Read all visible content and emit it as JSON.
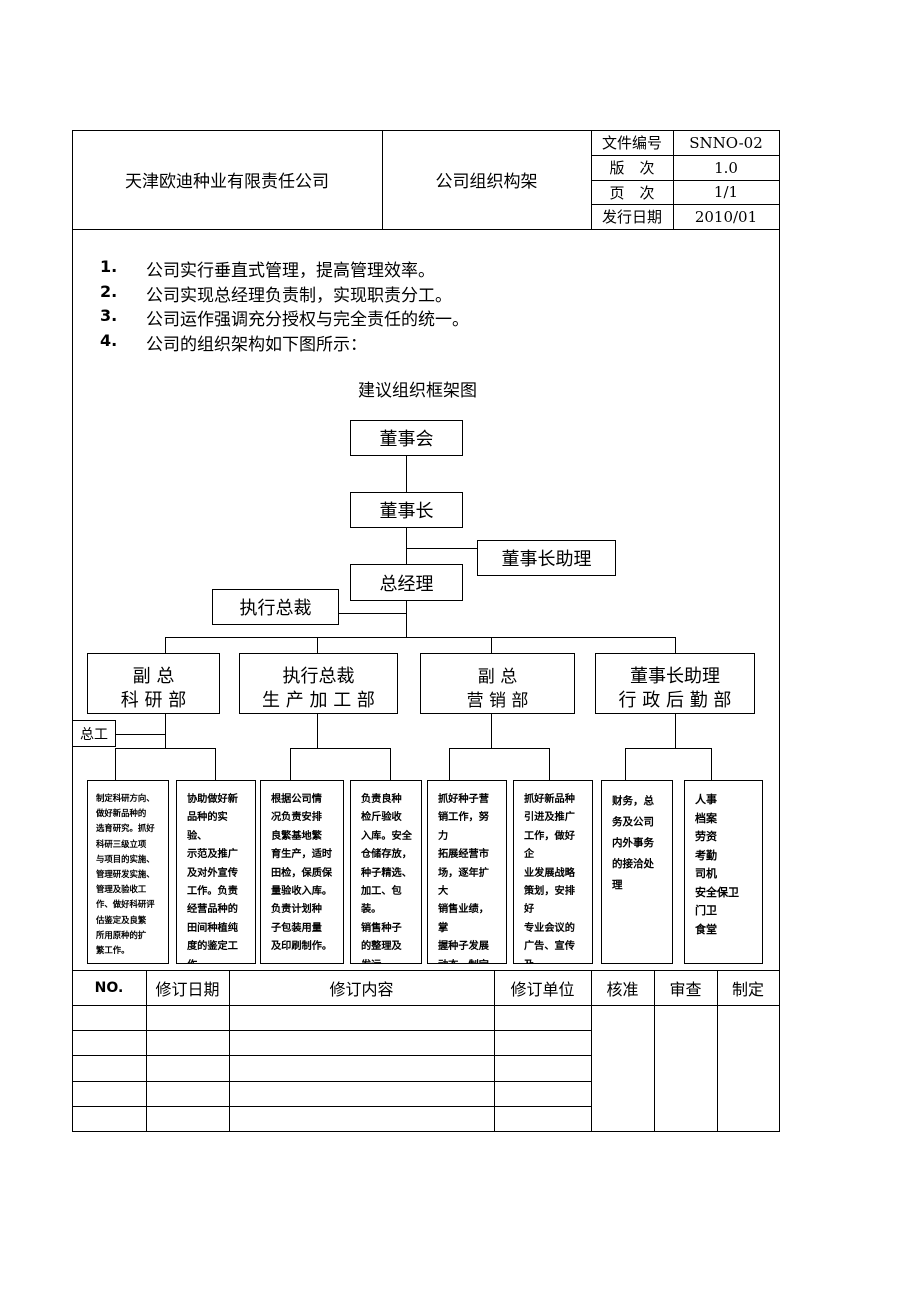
{
  "header": {
    "company": "天津欧迪种业有限责任公司",
    "doc_title": "公司组织构架",
    "meta": [
      {
        "label": "文件编号",
        "value": "SNNO-02"
      },
      {
        "label": "版　次",
        "value": "1.0"
      },
      {
        "label": "页　次",
        "value": "1/1"
      },
      {
        "label": "发行日期",
        "value": "2010/01"
      }
    ]
  },
  "intro": [
    {
      "num": "1.",
      "text": "公司实行垂直式管理，提高管理效率。"
    },
    {
      "num": "2.",
      "text": "公司实现总经理负责制，实现职责分工。"
    },
    {
      "num": "3.",
      "text": "公司运作强调充分授权与完全责任的统一。"
    },
    {
      "num": "4.",
      "text": "公司的组织架构如下图所示："
    }
  ],
  "chart_title": "建议组织框架图",
  "org": {
    "board": "董事会",
    "chairman": "董事长",
    "chairman_assistant": "董事长助理",
    "gm": "总经理",
    "exec_president": "执行总裁",
    "departments": [
      {
        "line1": "副 总",
        "line2": "科 研 部"
      },
      {
        "line1": "执行总裁",
        "line2": "生 产 加 工 部"
      },
      {
        "line1": "副 总",
        "line2": "营 销 部"
      },
      {
        "line1": "董事长助理",
        "line2": "行 政 后 勤 部"
      }
    ],
    "chief_engineer": "总工",
    "duties": [
      "制定科研方向、\n做好新品种的\n选育研究。抓好\n科研三级立项\n与项目的实施、\n管理研发实施、\n管理及验收工\n作、做好科研评\n估鉴定及良繁\n所用原种的扩\n繁工作。",
      "协助做好新\n品种的实验、\n示范及推广\n及对外宣传\n工作。负责\n经营品种的\n田间种植纯\n度的鉴定工\n作",
      "根据公司情\n况负责安排\n良繁基地繁\n育生产，适时\n田检，保质保\n量验收入库。\n负责计划种\n子包装用量\n及印刷制作。",
      "负责良种\n检斤验收\n入库。安全\n仓储存放，\n种子精选、\n加工、包装。\n销售种子\n的整理及\n发运。",
      "抓好种子营\n销工作，努力\n拓展经营市\n场，逐年扩大\n销售业绩，掌\n握种子发展\n动态，制定公\n司发展规划。",
      "抓好新品种\n引进及推广\n工作，做好企\n业发展战略\n策划，安排好\n专业会议的\n广告、宣传及\n制作",
      "财务，总\n务及公司\n内外事务\n的接洽处\n理",
      "人事\n档案\n劳资\n考勤\n司机\n安全保卫\n门卫\n食堂"
    ]
  },
  "revision": {
    "headers": [
      "NO.",
      "修订日期",
      "修订内容",
      "修订单位",
      "核准",
      "审查",
      "制定"
    ]
  }
}
